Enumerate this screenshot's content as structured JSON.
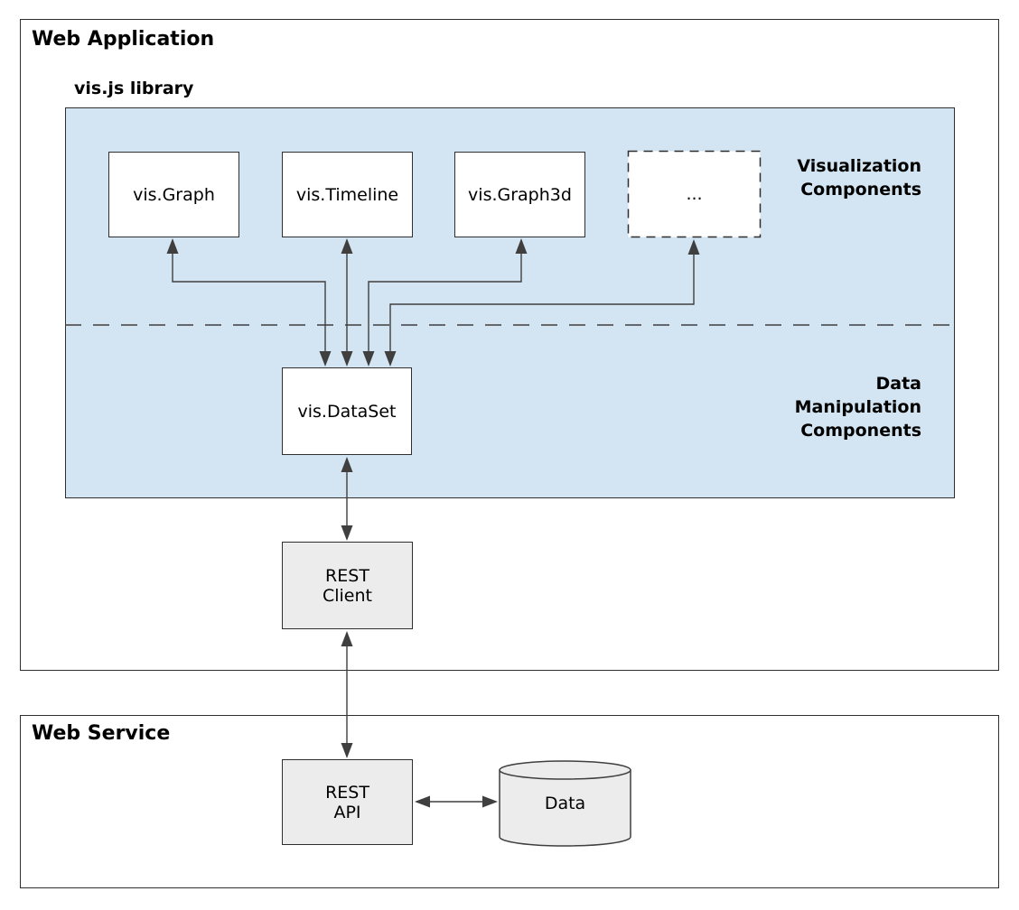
{
  "colors": {
    "library-fill": "#d3e5f2",
    "box-fill": "#ffffff",
    "gray-fill": "#ececec",
    "border": "#2f2f2f",
    "arrow": "#3f3f3f",
    "text": "#000000",
    "background": "#ffffff"
  },
  "web_application": {
    "title": "Web Application",
    "library": {
      "title": "vis.js library",
      "visualization_label": "Visualization\nComponents",
      "data_manipulation_label": "Data\nManipulation\nComponents",
      "components": [
        {
          "label": "vis.Graph"
        },
        {
          "label": "vis.Timeline"
        },
        {
          "label": "vis.Graph3d"
        },
        {
          "label": "..."
        }
      ],
      "dataset_label": "vis.DataSet"
    },
    "rest_client_label": "REST\nClient"
  },
  "web_service": {
    "title": "Web Service",
    "rest_api_label": "REST\nAPI",
    "database_label": "Data"
  }
}
